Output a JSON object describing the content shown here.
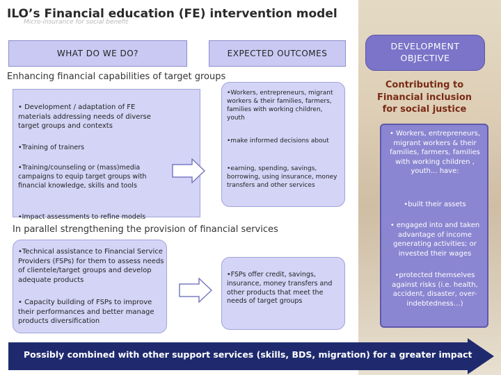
{
  "title": "ILO’s Financial education (FE) intervention model",
  "title_underlay": "Micro-insurance for social benefit",
  "headers": {
    "what": "WHAT DO WE DO?",
    "outcomes": "EXPECTED OUTCOMES",
    "development": "DEVELOPMENT\nOBJECTIVE"
  },
  "section1_heading": "Enhancing financial capabilities of target groups",
  "section2_heading": "In parallel strengthening the provision of financial services",
  "activities": [
    "• Development / adaptation of FE materials addressing needs of diverse target groups and contexts",
    "•Training of trainers",
    "•Training/counseling or (mass)media campaigns to equip target groups with financial knowledge, skills and tools",
    "•Impact assessments to refine models"
  ],
  "outcomes": [
    "•Workers, entrepreneurs, migrant workers & their families, farmers, families with working children, youth",
    "•make informed decisions about",
    "•earning, spending, savings, borrowing, using insurance, money transfers and other services"
  ],
  "services_activities": [
    "•Technical assistance to Financial Service Providers (FSPs) for them to assess needs of clientele/target groups and develop adequate products",
    "• Capacity building of FSPs to improve their performances and better manage products diversification"
  ],
  "services_outcome": "•FSPs offer credit, savings, insurance, money transfers and other products that meet the needs of target groups",
  "objective": "Contributing to Financial inclusion for social justice",
  "dev_items": [
    "• Workers, entrepreneurs, migrant workers & their families, farmers, families with working children , youth... have:",
    "•built their assets",
    "• engaged into and taken advantage of income generating activities; or invested their wages",
    "•protected themselves against risks (i.e. health, accident, disaster, over-indebtedness…)"
  ],
  "bottom_banner": "Possibly combined with other support services (skills, BDS, migration) for a greater impact",
  "colors": {
    "header_bg": "#c9c9f3",
    "box_bg": "#d4d4f7",
    "purple": "#7b74c9",
    "objective_text": "#7a2a15",
    "banner_arrow": "#1f2a6e"
  }
}
